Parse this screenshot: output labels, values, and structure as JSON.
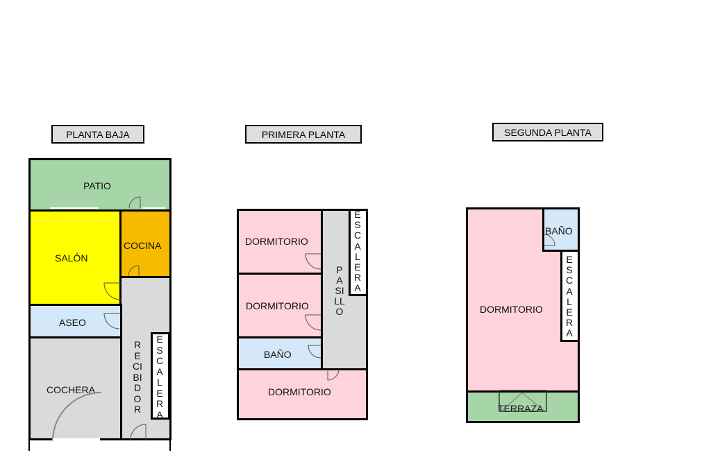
{
  "colors": {
    "patio": "#a6d5a8",
    "salon": "#ffff00",
    "cocina": "#f7bb00",
    "aseo": "#d4e8f7",
    "gris": "#dadada",
    "dormitorio": "#fed3dc",
    "bano": "#d4e8f7",
    "terraza": "#a6d5a8",
    "escalera": "#ffffff"
  },
  "planta_baja": {
    "title": "PLANTA BAJA",
    "patio": "PATIO",
    "salon": "SALÓN",
    "cocina": "COCINA",
    "aseo": "ASEO",
    "cochera": "COCHERA",
    "recibidor": "RECIBIDOR",
    "escalera": "ESCALERA"
  },
  "primera_planta": {
    "title": "PRIMERA PLANTA",
    "dormitorio_1": "DORMITORIO",
    "dormitorio_2": "DORMITORIO",
    "bano": "BAÑO",
    "dormitorio_3": "DORMITORIO",
    "pasillo": "PASILLO",
    "escalera": "ESCALERA"
  },
  "segunda_planta": {
    "title": "SEGUNDA PLANTA",
    "bano": "BAÑO",
    "dormitorio": "DORMITORIO",
    "escalera": "ESCALERA",
    "terraza": "TERRAZA"
  }
}
